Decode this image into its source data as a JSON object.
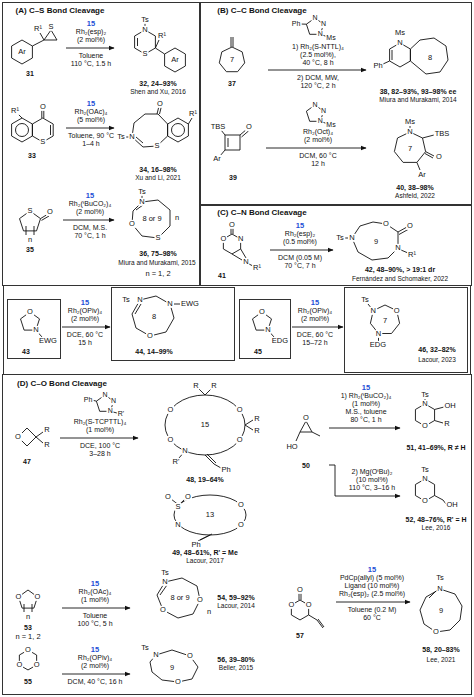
{
  "diagram": {
    "nodes": [
      {
        "text": [
          "(A) C–S Bond Cleavage"
        ]
      },
      {
        "text": [
          "R¹",
          "Ar",
          "S",
          "31"
        ],
        "in": 0
      },
      {
        "text": [
          "Ts",
          "N",
          "S",
          "R¹",
          "Ar",
          "32, 24–93%",
          "Shen and Xu, 2016"
        ],
        "in": 0
      },
      {
        "text": [
          "R¹",
          "O",
          "S",
          "33"
        ],
        "in": 0
      },
      {
        "text": [
          "O",
          "Ts",
          "N",
          "S",
          "R¹",
          "34, 16–98%",
          "Xu and Li, 2021"
        ],
        "in": 0
      },
      {
        "text": [
          "O",
          "S",
          "n",
          "35"
        ],
        "in": 0
      },
      {
        "text": [
          "Ts",
          "N",
          "O",
          "S",
          "8 or 9",
          "n",
          "36, 75–98%",
          "Miura and Murakami, 2015",
          "n = 1, 2"
        ],
        "in": 0
      },
      {
        "text": [
          "(B) C–C Bond Cleavage"
        ]
      },
      {
        "text": [
          "7",
          "37"
        ],
        "in": 7
      },
      {
        "text": [
          "Ms",
          "N",
          "Ph",
          "8",
          "38, 82–93%, 93–98% ee",
          "Miura and Murakami, 2014"
        ],
        "in": 7
      },
      {
        "text": [
          "TBS",
          "O",
          "Ar",
          "39"
        ],
        "in": 7
      },
      {
        "text": [
          "Ms",
          "N",
          "7",
          "TBS",
          "O",
          "Ar",
          "40, 38–98%",
          "Ashfeld, 2022"
        ],
        "in": 7
      },
      {
        "text": [
          "(C) C–N Bond Cleavage"
        ]
      },
      {
        "text": [
          "O",
          "O",
          "N",
          "N",
          "R¹",
          "41"
        ],
        "in": 12
      },
      {
        "text": [
          "Ts",
          "N",
          "O",
          "O",
          "9",
          "N",
          "R¹",
          "42, 48–90%, > 19:1 dr",
          "Fernández and Schomaker, 2022"
        ],
        "in": 12
      },
      {
        "text": [
          "O",
          "N",
          "EWG",
          "43"
        ]
      },
      {
        "text": [
          "Ts",
          "N",
          "N",
          "EWG",
          "O",
          "8",
          "44, 14–99%"
        ]
      },
      {
        "text": [
          "O",
          "N",
          "EDG",
          "45"
        ]
      },
      {
        "text": [
          "Ts",
          "N",
          "O",
          "7",
          "N",
          "EDG",
          "46, 32–82%",
          "Lacour, 2023"
        ]
      },
      {
        "text": [
          "(D) C–O Bond Cleavage"
        ]
      },
      {
        "text": [
          "O",
          "R",
          "R",
          "47"
        ],
        "in": 19
      },
      {
        "text": [
          "R",
          "R",
          "O",
          "O",
          "O",
          "O",
          "N",
          "R'",
          "R",
          "R",
          "15",
          "Ph",
          "48, 19–64%"
        ],
        "in": 19
      },
      {
        "text": [
          "O",
          "S",
          "O",
          "N",
          "O",
          "O",
          "13",
          "Ph",
          "49, 48–61%, R' = Me",
          "Lacour, 2017"
        ],
        "in": 19
      },
      {
        "text": [
          "O",
          "HO",
          "50"
        ],
        "in": 19
      },
      {
        "text": [
          "Ts",
          "N",
          "O",
          "OH",
          "R",
          "51, 41–69%, R ≠ H"
        ],
        "in": 19
      },
      {
        "text": [
          "Ts",
          "N",
          "O",
          "OH",
          "52, 48–76%, R' = H",
          "Lee, 2016"
        ],
        "in": 19
      },
      {
        "text": [
          "O",
          "O",
          "n",
          "53",
          "n = 1, 2"
        ],
        "in": 19
      },
      {
        "text": [
          "Ts",
          "N",
          "O",
          "O",
          "8 or 9",
          "n",
          "54, 59–92%",
          "Lacour, 2014"
        ],
        "in": 19
      },
      {
        "text": [
          "O",
          "O",
          "O",
          "55"
        ],
        "in": 19
      },
      {
        "text": [
          "Ts",
          "N",
          "O",
          "O",
          "9",
          "56, 39–80%",
          "Beller, 2015"
        ],
        "in": 19
      },
      {
        "text": [
          "O",
          "O",
          "O",
          "57"
        ],
        "in": 19
      },
      {
        "text": [
          "Ts",
          "N",
          "O",
          "9",
          "58, 20–83%",
          "Lee, 2021"
        ],
        "in": 19
      }
    ],
    "edges": [
      {
        "from": 1,
        "to": 2,
        "arrow": "to"
      },
      {
        "from": 3,
        "to": 4,
        "arrow": "to"
      },
      {
        "from": 5,
        "to": 6,
        "arrow": "to"
      },
      {
        "from": 8,
        "to": 9,
        "arrow": "to"
      },
      {
        "from": 10,
        "to": 11,
        "arrow": "to"
      },
      {
        "from": 13,
        "to": 14,
        "arrow": "to"
      },
      {
        "from": 15,
        "to": 16,
        "arrow": "to"
      },
      {
        "from": 17,
        "to": 18,
        "arrow": "to"
      },
      {
        "from": 20,
        "to": 21,
        "arrow": "to"
      },
      {
        "from": 23,
        "to": 24,
        "arrow": "to"
      },
      {
        "from": 23,
        "to": 25,
        "arrow": "to"
      },
      {
        "from": 26,
        "to": 27,
        "arrow": "to"
      },
      {
        "from": 28,
        "to": 29,
        "arrow": "to"
      },
      {
        "from": 30,
        "to": 31,
        "arrow": "to"
      }
    ],
    "labels": [
      "15",
      "Rh₂(esp)₂",
      "(2 mol%)",
      "Toluene",
      "110 °C, 1.5 h",
      "15",
      "Rh₂(OAc)₄",
      "(5 mol%)",
      "Toluene, 90 °C",
      "1–4 h",
      "15",
      "Rh₂(ᵗBuCO₂)₄",
      "(2 mol%)",
      "DCM, M.S.",
      "70 °C, 1 h",
      "N",
      "N",
      "N",
      "Ms",
      "Ph",
      "1) Rh₂(S-NTTL)₄",
      "(2.5 mol%),",
      "40 °C, 8 h",
      "2) DCM, MW,",
      "120 °C, 2 h",
      "N",
      "N",
      "N",
      "Ms",
      "Rh₂(Oct)₄",
      "(2 mol%)",
      "DCM, 60 °C",
      "12 h",
      "15",
      "Rh₂(esp)₂",
      "(0.5 mol%)",
      "DCM (0.05 M)",
      "70 °C, 7 h",
      "15",
      "Rh₂(OPiv)₄",
      "(2 mol%)",
      "DCE, 60 °C",
      "15 h",
      "15",
      "Rh₂(OPiv)₄",
      "(2 mol%)",
      "DCE, 60 °C",
      "15–72 h",
      "N",
      "N",
      "N",
      "R'",
      "Ph",
      "Rh₂(S-TCPTTL)₄",
      "(1 mol%)",
      "DCE, 100 °C",
      "3–28 h",
      "15",
      "1) Rh₂(ᵗBuCO₂)₄",
      "(1 mol%)",
      "M.S., toluene",
      "80 °C, 1 h",
      "2) Mg(OᵗBu)₂",
      "(10 mol%)",
      "110 °C, 3–16 h",
      "15",
      "Rh₂(OAc)₄",
      "(1 mol%)",
      "Toluene",
      "100 °C, 5 h",
      "15",
      "Rh₂(OPiv)₄",
      "(2 mol%)",
      "DCM, 40 °C, 16 h",
      "15",
      "PdCp(allyl) (5 mol%)",
      "Ligand (10 mol%)",
      "Rh₂(esp)₂ (2.5 mol%)",
      "Toluene (0.2 M)",
      "60 °C"
    ]
  }
}
